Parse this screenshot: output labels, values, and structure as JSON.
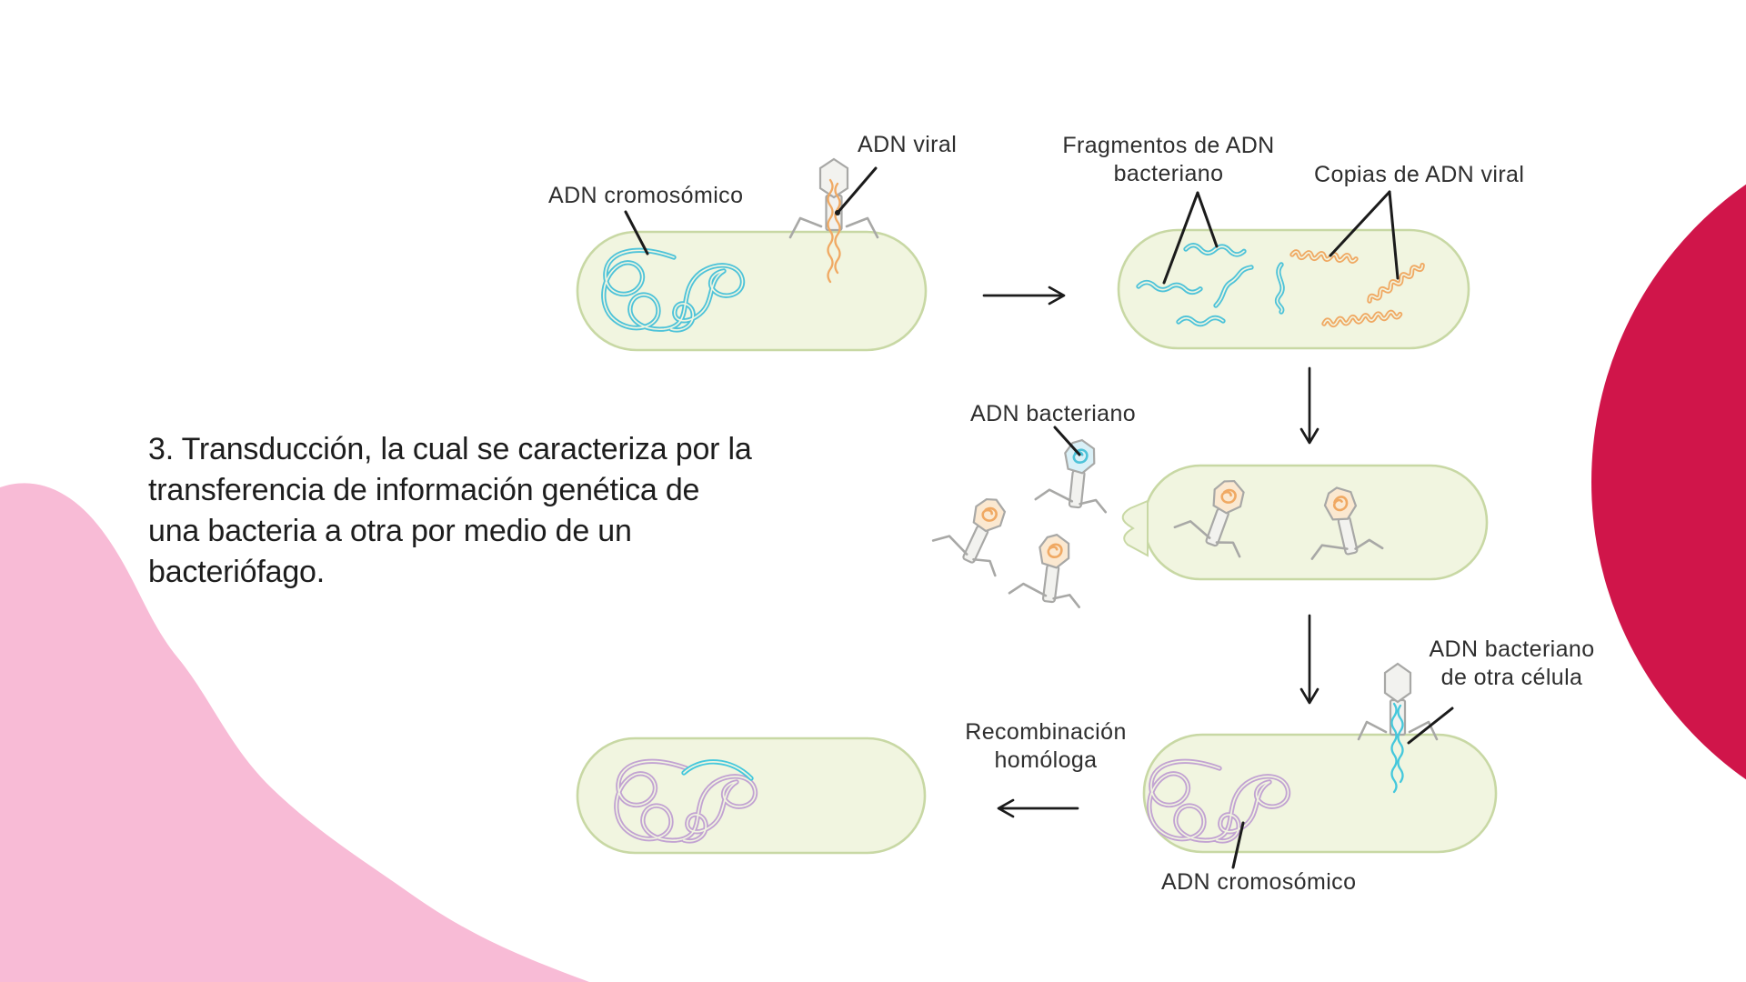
{
  "slide": {
    "description_lines": [
      "3. Transducción, la cual se caracteriza por la",
      "transferencia de información genética de",
      "una bacteria a otra por medio de un",
      "bacteriófago."
    ]
  },
  "labels": {
    "adn_cromosomico_top": "ADN cromosómico",
    "adn_viral": "ADN viral",
    "fragmentos_line1": "Fragmentos de ADN",
    "fragmentos_line2": "bacteriano",
    "copias_adn_viral": "Copias de ADN viral",
    "adn_bacteriano": "ADN bacteriano",
    "adn_bacteriano_otra_line1": "ADN bacteriano",
    "adn_bacteriano_otra_line2": "de otra célula",
    "recombinacion_line1": "Recombinación",
    "recombinacion_line2": "homóloga",
    "adn_cromosomico_bottom": "ADN cromosómico"
  },
  "icons": {
    "bacteriophage": "phage-icon",
    "bacteria_cell": "bacteria-cell-shape",
    "arrow_right": "arrow-right-icon",
    "arrow_down": "arrow-down-icon",
    "arrow_left": "arrow-left-icon"
  },
  "colors": {
    "background": "#ffffff",
    "cell_fill": "#f1f5e0",
    "cell_border": "#c8d8a4",
    "dna_blue": "#4ec3d9",
    "dna_orange": "#f0a963",
    "dna_purple": "#c2a3d2",
    "dna_cyan_segment": "#45c8dc",
    "phage_gray": "#a8a8a6",
    "pink_blob": "#f8bbd6",
    "red_blob": "#d0154a",
    "text": "#1d1d1d"
  }
}
